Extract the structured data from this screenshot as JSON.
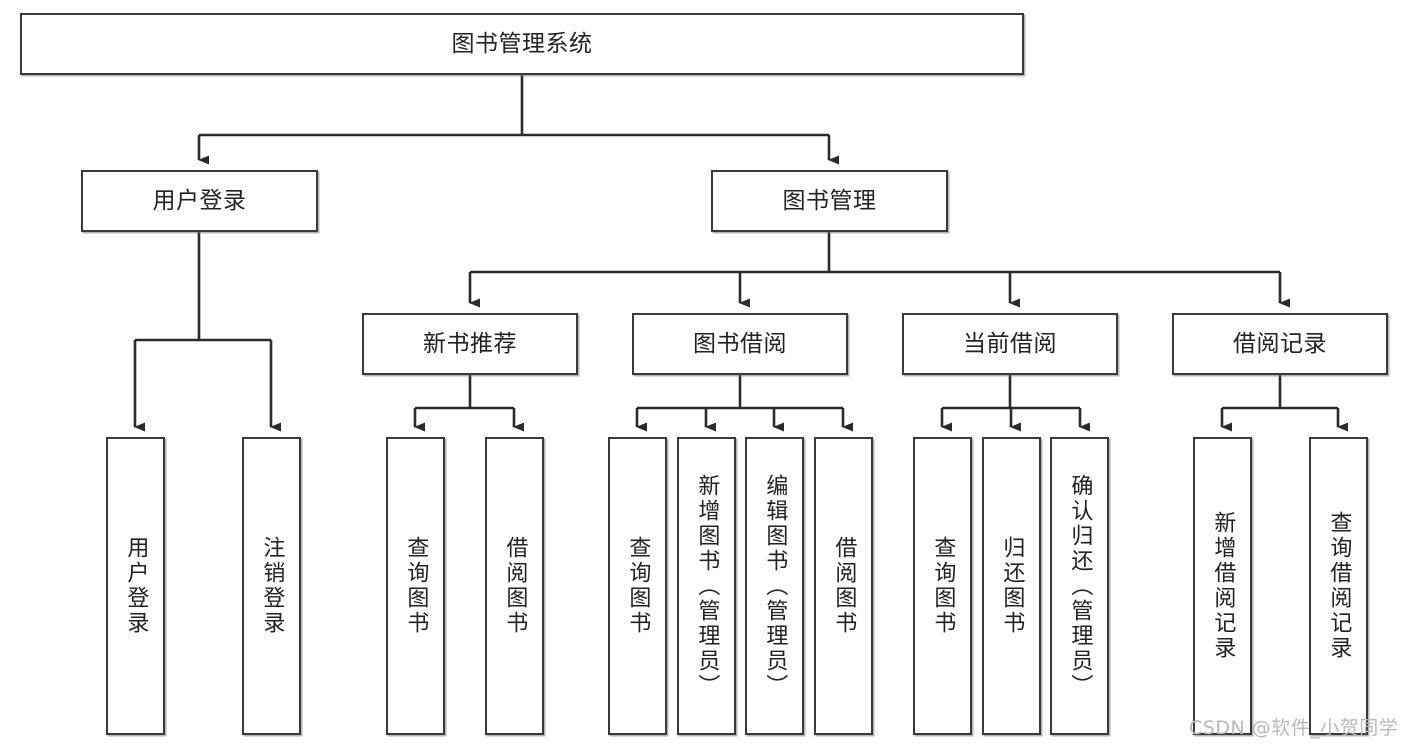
{
  "diagram": {
    "type": "tree-hierarchy-flowchart",
    "title": "图书管理系统",
    "watermark": "CSDN @软件_小贺同学",
    "colors": {
      "node_border": "#3a3a3a",
      "node_fill": "#ffffff",
      "edge": "#2b2b2b",
      "text": "#222222",
      "watermark": "#b9b9b9",
      "background": "#ffffff"
    },
    "levels": [
      {
        "level": 1,
        "nodes": [
          {
            "id": "root",
            "label": "图书管理系统",
            "orientation": "horizontal"
          }
        ]
      },
      {
        "level": 2,
        "nodes": [
          {
            "id": "login",
            "label": "用户登录",
            "orientation": "horizontal",
            "parent": "root"
          },
          {
            "id": "bookmgmt",
            "label": "图书管理",
            "orientation": "horizontal",
            "parent": "root"
          }
        ]
      },
      {
        "level": 3,
        "nodes": [
          {
            "id": "newbook",
            "label": "新书推荐",
            "orientation": "horizontal",
            "parent": "bookmgmt"
          },
          {
            "id": "borrow",
            "label": "图书借阅",
            "orientation": "horizontal",
            "parent": "bookmgmt"
          },
          {
            "id": "current",
            "label": "当前借阅",
            "orientation": "horizontal",
            "parent": "bookmgmt"
          },
          {
            "id": "records",
            "label": "借阅记录",
            "orientation": "horizontal",
            "parent": "bookmgmt"
          }
        ]
      },
      {
        "level": 4,
        "nodes": [
          {
            "id": "leaf-user-login",
            "label": "用户登录",
            "orientation": "vertical",
            "parent": "login"
          },
          {
            "id": "leaf-user-logout",
            "label": "注销登录",
            "orientation": "vertical",
            "parent": "login"
          },
          {
            "id": "leaf-nb-query",
            "label": "查询图书",
            "orientation": "vertical",
            "parent": "newbook"
          },
          {
            "id": "leaf-nb-borrow",
            "label": "借阅图书",
            "orientation": "vertical",
            "parent": "newbook"
          },
          {
            "id": "leaf-bo-query",
            "label": "查询图书",
            "orientation": "vertical",
            "parent": "borrow"
          },
          {
            "id": "leaf-bo-add",
            "label": "新增图书（管理员）",
            "orientation": "vertical",
            "parent": "borrow"
          },
          {
            "id": "leaf-bo-edit",
            "label": "编辑图书（管理员）",
            "orientation": "vertical",
            "parent": "borrow"
          },
          {
            "id": "leaf-bo-borrow",
            "label": "借阅图书",
            "orientation": "vertical",
            "parent": "borrow"
          },
          {
            "id": "leaf-cu-query",
            "label": "查询图书",
            "orientation": "vertical",
            "parent": "current"
          },
          {
            "id": "leaf-cu-return",
            "label": "归还图书",
            "orientation": "vertical",
            "parent": "current"
          },
          {
            "id": "leaf-cu-confirm",
            "label": "确认归还（管理员）",
            "orientation": "vertical",
            "parent": "current"
          },
          {
            "id": "leaf-re-add",
            "label": "新增借阅记录",
            "orientation": "vertical",
            "parent": "records"
          },
          {
            "id": "leaf-re-query",
            "label": "查询借阅记录",
            "orientation": "vertical",
            "parent": "records"
          }
        ]
      }
    ]
  }
}
